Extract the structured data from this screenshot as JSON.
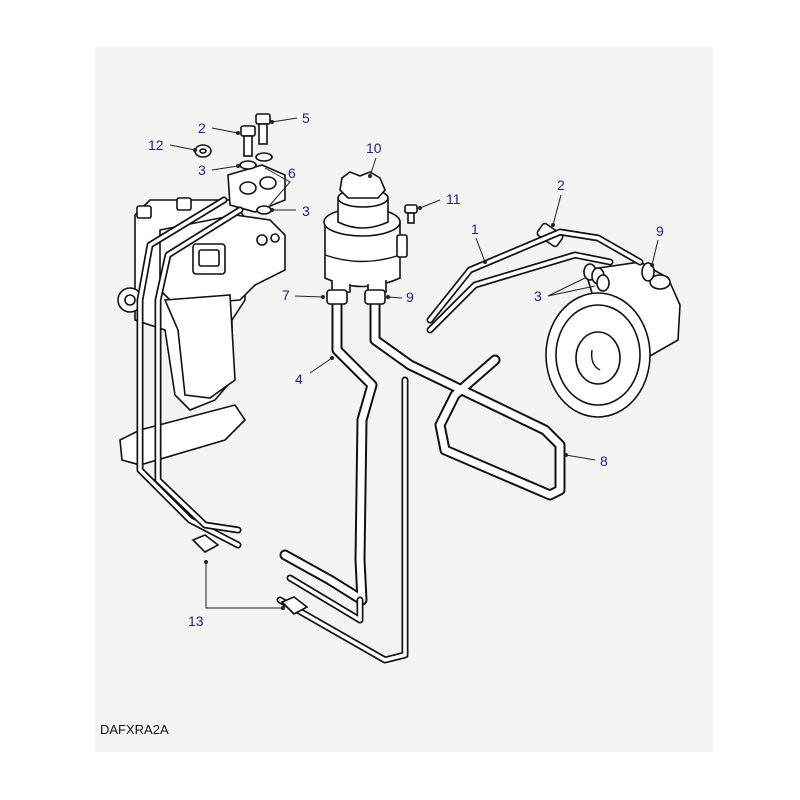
{
  "diagram": {
    "drawing_code": "DAFXRA2A",
    "callouts": [
      {
        "id": "c1",
        "text": "1"
      },
      {
        "id": "c2a",
        "text": "2"
      },
      {
        "id": "c2b",
        "text": "2"
      },
      {
        "id": "c3a",
        "text": "3"
      },
      {
        "id": "c3b",
        "text": "3"
      },
      {
        "id": "c3c",
        "text": "3"
      },
      {
        "id": "c4",
        "text": "4"
      },
      {
        "id": "c5",
        "text": "5"
      },
      {
        "id": "c6",
        "text": "6"
      },
      {
        "id": "c7",
        "text": "7"
      },
      {
        "id": "c8",
        "text": "8"
      },
      {
        "id": "c9a",
        "text": "9"
      },
      {
        "id": "c9b",
        "text": "9"
      },
      {
        "id": "c10",
        "text": "10"
      },
      {
        "id": "c11",
        "text": "11"
      },
      {
        "id": "c12",
        "text": "12"
      },
      {
        "id": "c13",
        "text": "13"
      }
    ]
  },
  "colors": {
    "callout_text": "#1c1c8c",
    "line_art": "#111111",
    "panel_background": "#f4f4f2"
  }
}
